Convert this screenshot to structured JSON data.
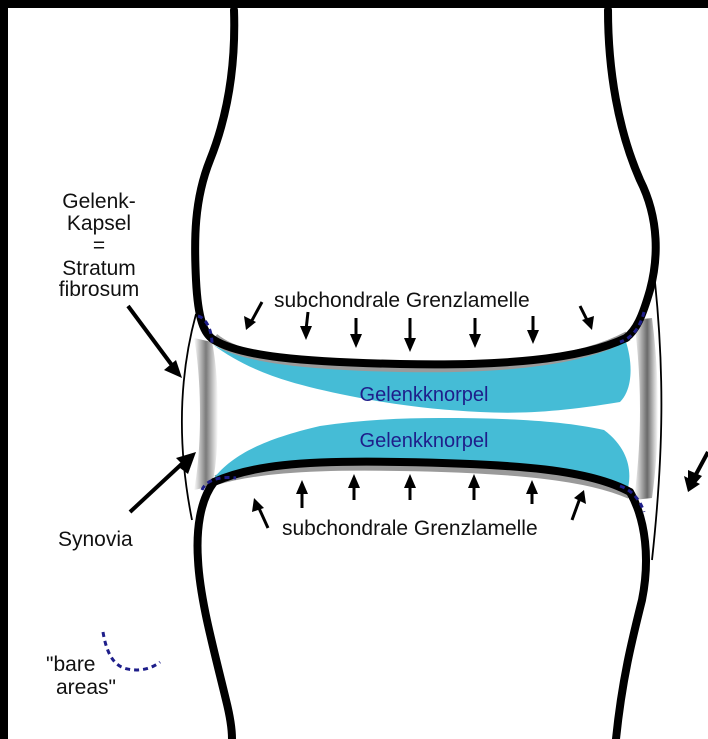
{
  "labels": {
    "capsule": [
      "Gelenk-",
      "Kapsel",
      "=",
      "Stratum",
      "fibrosum"
    ],
    "synovia": "Synovia",
    "bare_areas": [
      "\"bare",
      "areas\""
    ],
    "grenzlamelle_top": "subchondrale Grenzlamelle",
    "grenzlamelle_bottom": "subchondrale Grenzlamelle",
    "cartilage_top": "Gelenkknorpel",
    "cartilage_bottom": "Gelenkknorpel"
  },
  "colors": {
    "background": "#000000",
    "panel": "#ffffff",
    "bone_outline": "#000000",
    "cartilage": "#45bcd6",
    "cartilage_text": "#1e1e8a",
    "bare_area_dash": "#1e1e8a"
  }
}
